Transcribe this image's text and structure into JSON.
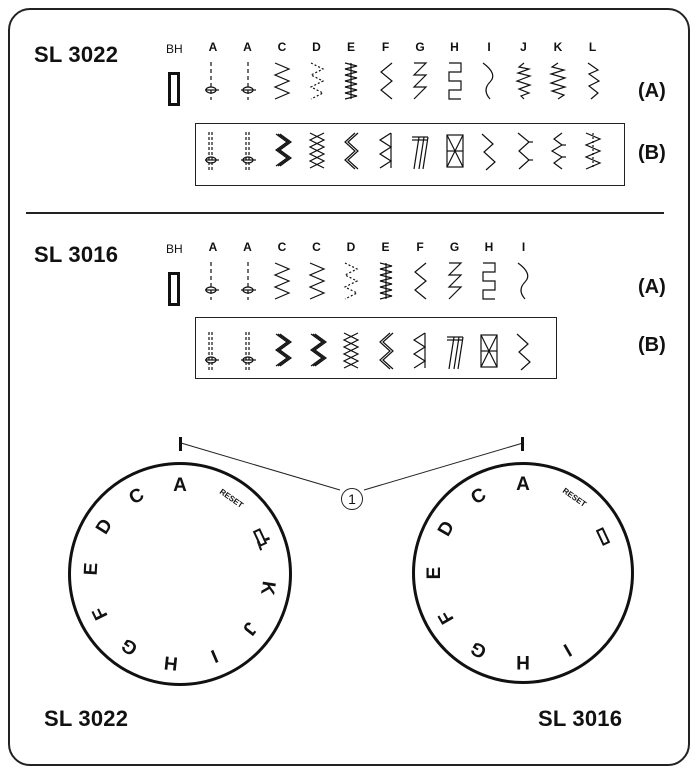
{
  "top": {
    "model": "SL 3022",
    "bh": "BH",
    "letters": [
      "A",
      "A",
      "C",
      "D",
      "E",
      "F",
      "G",
      "H",
      "I",
      "J",
      "K",
      "L"
    ],
    "row_a": "(A)",
    "row_b": "(B)",
    "row_a_icons": [
      "straight-stitch-left-icon",
      "straight-stitch-center-icon",
      "zigzag-icon",
      "dotted-zigzag-icon",
      "satin-zigzag-icon",
      "blind-hem-icon",
      "elastic-blind-hem-icon",
      "overcast-icon",
      "scallop-icon",
      "satin-diamond-icon",
      "satin-oval-icon",
      "shell-tuck-icon"
    ],
    "row_b_icons": [
      "triple-straight-left-icon",
      "triple-straight-center-icon",
      "triple-zigzag-icon",
      "cross-stitch-icon",
      "rick-rack-icon",
      "feather-stitch-icon",
      "ladder-icon",
      "box-overlock-icon",
      "lightning-icon",
      "arrow-feather-icon",
      "smocking-icon",
      "elastic-feather-icon"
    ]
  },
  "middle": {
    "model": "SL 3016",
    "bh": "BH",
    "letters": [
      "A",
      "A",
      "C",
      "C",
      "D",
      "E",
      "F",
      "G",
      "H",
      "I"
    ],
    "row_a": "(A)",
    "row_b": "(B)",
    "row_a_icons": [
      "straight-stitch-left-icon",
      "straight-stitch-center-icon",
      "zigzag-icon",
      "zigzag-icon",
      "dotted-zigzag-icon",
      "satin-zigzag-icon",
      "blind-hem-icon",
      "elastic-blind-hem-icon",
      "overcast-icon",
      "scallop-icon"
    ],
    "row_b_icons": [
      "triple-straight-left-icon",
      "triple-straight-center-icon",
      "triple-zigzag-icon",
      "triple-zigzag-icon",
      "cross-stitch-icon",
      "rick-rack-icon",
      "feather-stitch-icon",
      "ladder-icon",
      "box-overlock-icon",
      "lightning-icon"
    ]
  },
  "dials": {
    "callout": "1",
    "reset": "RESET",
    "left_caption": "SL 3022",
    "right_caption": "SL 3016",
    "left_labels": [
      "A",
      "C",
      "D",
      "E",
      "F",
      "G",
      "H",
      "I",
      "J",
      "K",
      "L"
    ],
    "right_labels": [
      "A",
      "C",
      "D",
      "E",
      "F",
      "G",
      "H",
      "I"
    ]
  }
}
